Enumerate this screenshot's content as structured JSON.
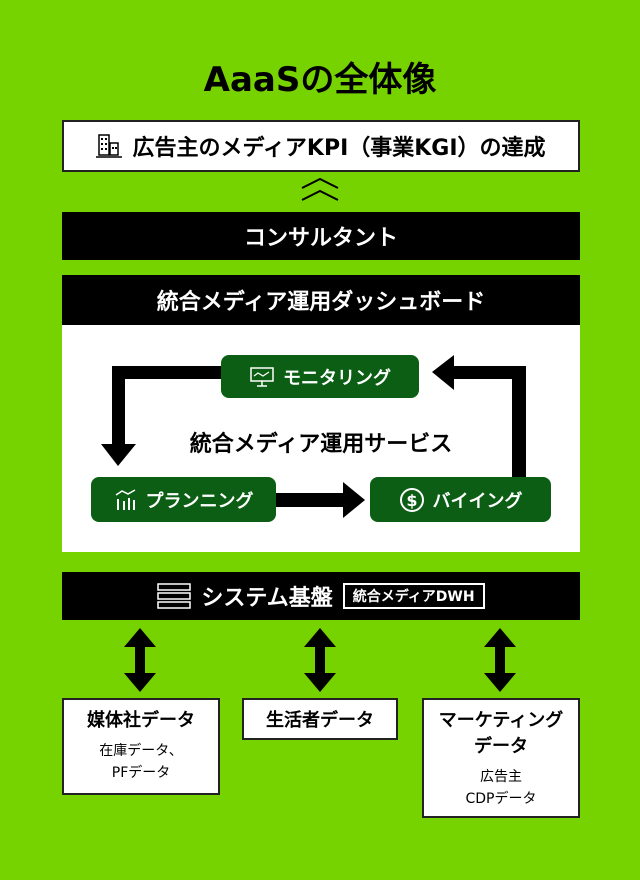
{
  "title": "AaaSの全体像",
  "goal": {
    "label": "広告主のメディアKPI（事業KGI）の達成",
    "icon": "building-icon"
  },
  "consultant": "コンサルタント",
  "dashboard": "統合メディア運用ダッシュボード",
  "service": {
    "label": "統合メディア運用サービス",
    "monitoring": "モニタリング",
    "planning": "プランニング",
    "buying": "バイイング"
  },
  "system": {
    "label": "システム基盤",
    "tag": "統合メディアDWH"
  },
  "sources": [
    {
      "title": "媒体社データ",
      "sub": [
        "在庫データ、",
        "PFデータ"
      ]
    },
    {
      "title": "生活者データ",
      "sub": []
    },
    {
      "title": "マーケティング",
      "title2": "データ",
      "sub": [
        "広告主",
        "CDPデータ"
      ]
    }
  ],
  "colors": {
    "background": "#76d300",
    "pill": "#0b5e14"
  }
}
